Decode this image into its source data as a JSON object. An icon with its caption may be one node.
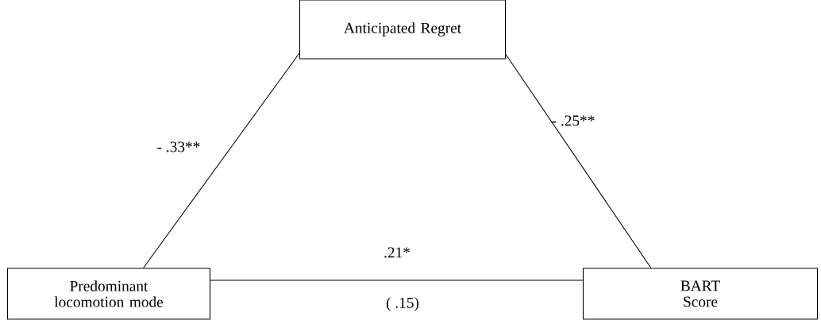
{
  "diagram": {
    "nodes": [
      {
        "text": [
          "Anticipated Regret"
        ]
      },
      {
        "text": [
          "Predominant locomotion mode"
        ]
      },
      {
        "text": [
          "BART Score"
        ]
      }
    ],
    "edges": [
      {
        "from": 1,
        "to": 0,
        "arrow": "none",
        "label": "- .33**"
      },
      {
        "from": 0,
        "to": 2,
        "arrow": "none",
        "label": "- .25**"
      },
      {
        "from": 1,
        "to": 2,
        "arrow": "none",
        "label": ".21*"
      }
    ],
    "labels": [
      "( .15)"
    ]
  }
}
